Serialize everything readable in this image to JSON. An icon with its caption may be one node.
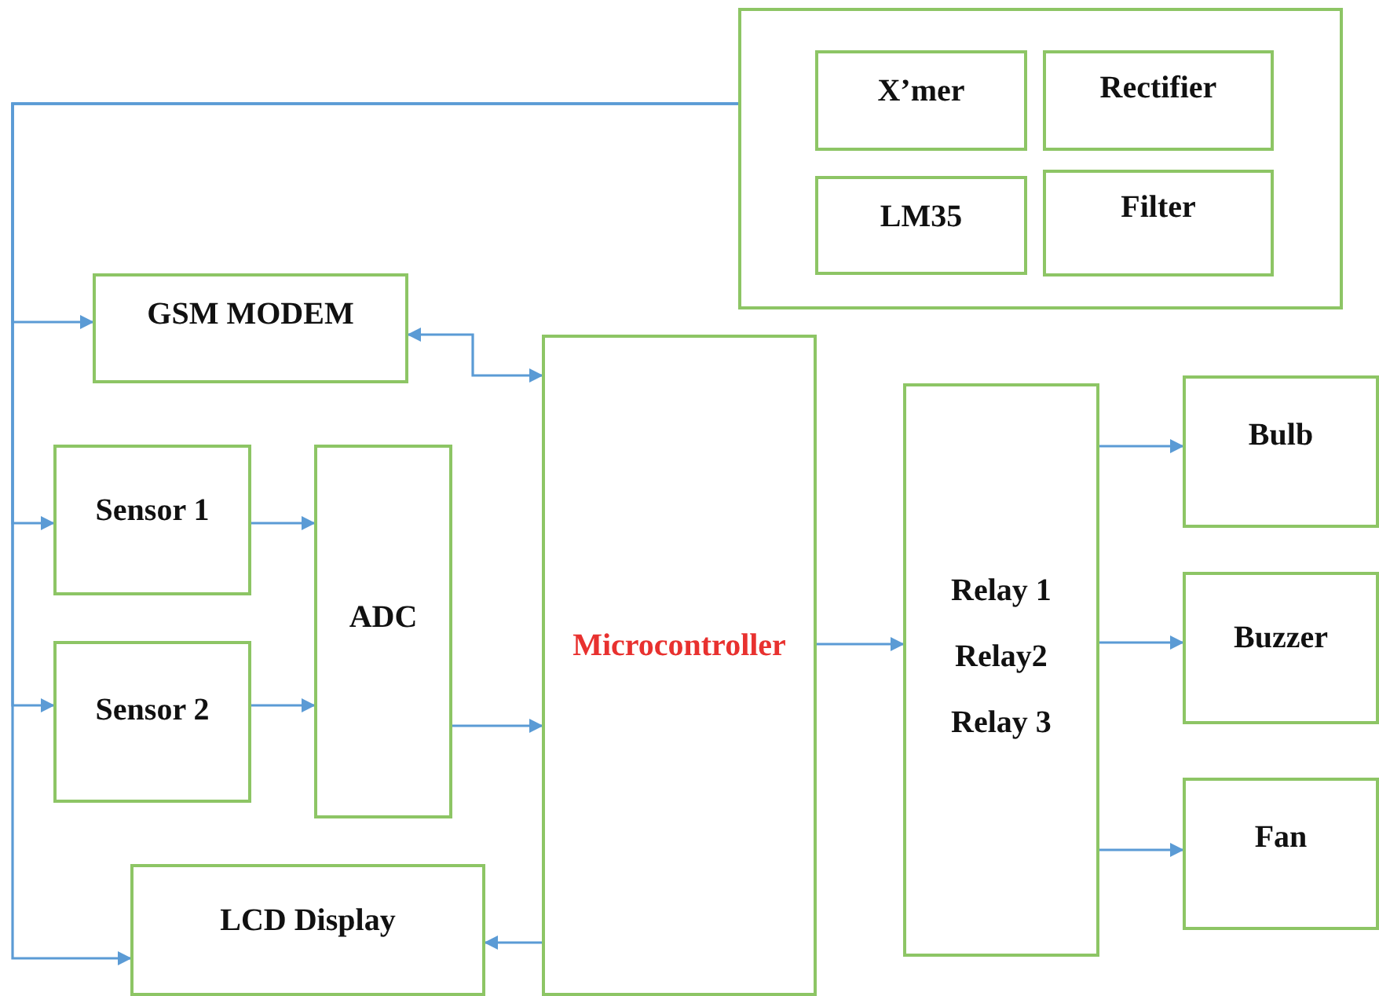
{
  "diagram": {
    "nodes": [
      {
        "text": [],
        "shape": "box"
      },
      {
        "text": [
          "X’mer"
        ],
        "in": 0
      },
      {
        "text": [
          "Rectifier"
        ],
        "in": 0
      },
      {
        "text": [
          "LM35"
        ],
        "in": 0
      },
      {
        "text": [
          "Filter"
        ],
        "in": 0
      },
      {
        "text": [
          "GSM MODEM"
        ]
      },
      {
        "text": [
          "Sensor 1"
        ]
      },
      {
        "text": [
          "Sensor 2"
        ]
      },
      {
        "text": [
          "ADC"
        ]
      },
      {
        "text": [
          "Microcontroller"
        ]
      },
      {
        "text": [
          "Relay 1",
          "Relay2",
          "Relay 3"
        ]
      },
      {
        "text": [
          "Bulb"
        ]
      },
      {
        "text": [
          "Buzzer"
        ]
      },
      {
        "text": [
          "Fan"
        ]
      },
      {
        "text": [
          "LCD Display"
        ]
      }
    ],
    "edges": [
      {
        "from": 0,
        "to": 5,
        "arrow": "to"
      },
      {
        "from": 0,
        "to": 6,
        "arrow": "to"
      },
      {
        "from": 0,
        "to": 7,
        "arrow": "to"
      },
      {
        "from": 0,
        "to": 14,
        "arrow": "to"
      },
      {
        "from": 5,
        "to": 9,
        "arrow": "both"
      },
      {
        "from": 6,
        "to": 8,
        "arrow": "to"
      },
      {
        "from": 7,
        "to": 8,
        "arrow": "to"
      },
      {
        "from": 8,
        "to": 9,
        "arrow": "to"
      },
      {
        "from": 9,
        "to": 14,
        "arrow": "to"
      },
      {
        "from": 9,
        "to": 10,
        "arrow": "to"
      },
      {
        "from": 10,
        "to": 11,
        "arrow": "to"
      },
      {
        "from": 10,
        "to": 12,
        "arrow": "to"
      },
      {
        "from": 10,
        "to": 13,
        "arrow": "to"
      }
    ]
  }
}
